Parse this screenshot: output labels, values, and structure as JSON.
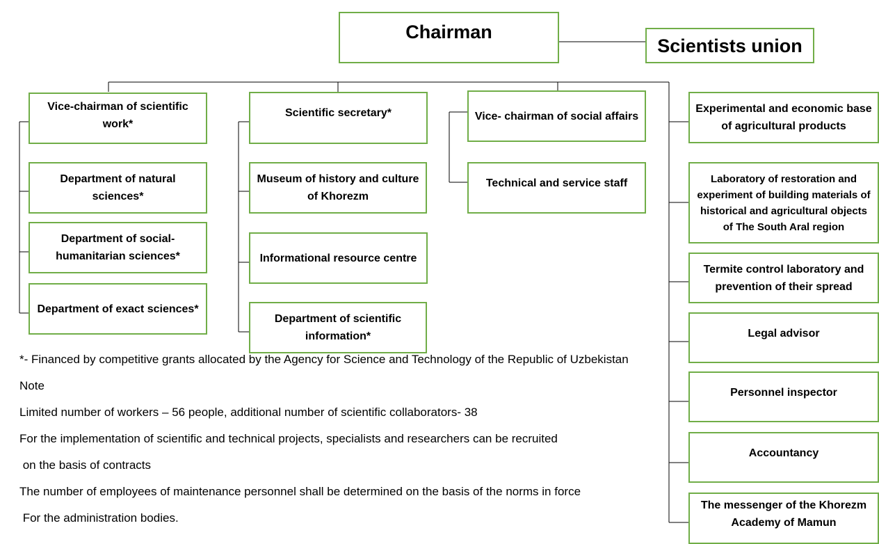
{
  "colors": {
    "box_border": "#70ad47",
    "line": "#000000",
    "text": "#000000"
  },
  "top": {
    "chairman": "Chairman",
    "scientists_union": "Scientists union"
  },
  "col1": {
    "head": "Vice-chairman of scientific work*",
    "items": [
      "Department of natural sciences*",
      "Department of social-humanitarian sciences*",
      "Department of exact sciences*"
    ]
  },
  "col2": {
    "head": "Scientific secretary*",
    "items": [
      "Museum of history and culture of Khorezm",
      "Informational resource centre",
      "Department of scientific information*"
    ]
  },
  "col3": {
    "head": "Vice- chairman of social affairs",
    "items": [
      "Technical and service staff"
    ]
  },
  "col4": {
    "items": [
      "Experimental and economic base of agricultural products",
      "Laboratory of restoration and experiment of building materials of historical and agricultural objects of The South Aral region",
      "Termite control laboratory and prevention of their  spread",
      "Legal advisor",
      "Personnel inspector",
      "Accountancy",
      "The messenger of the Khorezm Academy of Mamun"
    ]
  },
  "notes": {
    "footnote": "*- Financed by competitive grants allocated by the Agency for Science and Technology of the Republic of Uzbekistan",
    "note_label": "Note",
    "line1": "Limited number of workers – 56 people, additional number of scientific collaborators- 38",
    "line2": "For the implementation of scientific and technical projects, specialists and researchers can be recruited",
    "line3": " on the basis of contracts",
    "line4": "The number of employees of maintenance personnel shall be determined on the basis of the norms in force",
    "line5": " For the administration bodies."
  }
}
